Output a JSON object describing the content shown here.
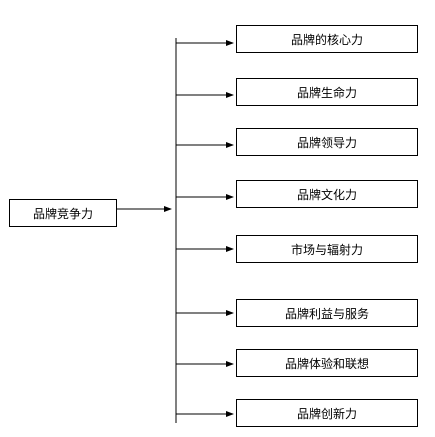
{
  "root": {
    "label": "品牌竞争力"
  },
  "branches": [
    {
      "label": "品牌的核心力"
    },
    {
      "label": "品牌生命力"
    },
    {
      "label": "品牌领导力"
    },
    {
      "label": "品牌文化力"
    },
    {
      "label": "市场与辐射力"
    },
    {
      "label": "品牌利益与服务"
    },
    {
      "label": "品牌体验和联想"
    },
    {
      "label": "品牌创新力"
    }
  ],
  "colors": {
    "line": "#000000",
    "box_border": "#000000",
    "background": "#ffffff",
    "text": "#000000"
  }
}
